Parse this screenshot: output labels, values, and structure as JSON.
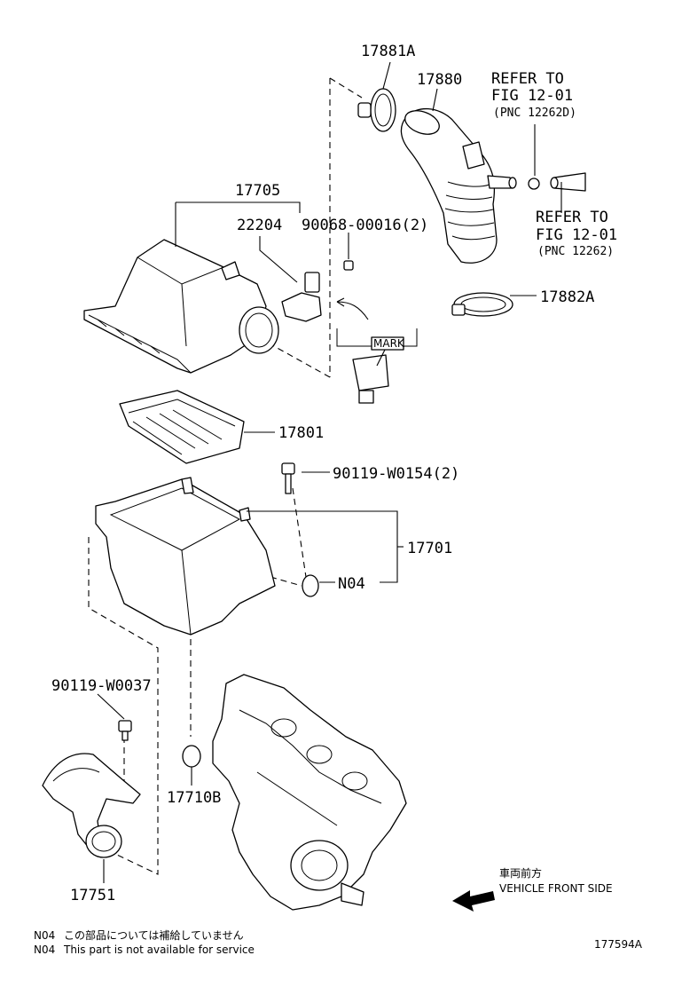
{
  "labels": {
    "p17881a": "17881A",
    "p17880": "17880",
    "refer1_l1": "REFER TO",
    "refer1_l2": "FIG 12-01",
    "refer1_l3": "(PNC 12262D)",
    "p17705": "17705",
    "p22204": "22204",
    "p90068": "90068-00016(2)",
    "refer2_l1": "REFER TO",
    "refer2_l2": "FIG 12-01",
    "refer2_l3": "(PNC 12262)",
    "p17882a": "17882A",
    "mark": "MARK",
    "p17801": "17801",
    "p90119_w0154": "90119-W0154(2)",
    "p17701": "17701",
    "n04": "N04",
    "p90119_w0037": "90119-W0037",
    "p17710b": "17710B",
    "p17751": "17751",
    "front_jp": "車両前方",
    "front_en": "VEHICLE FRONT SIDE",
    "note1_code": "N04",
    "note1_text": "この部品については補給していません",
    "note2_code": "N04",
    "note2_text": "This part is not available for service",
    "fig_id": "177594A"
  }
}
